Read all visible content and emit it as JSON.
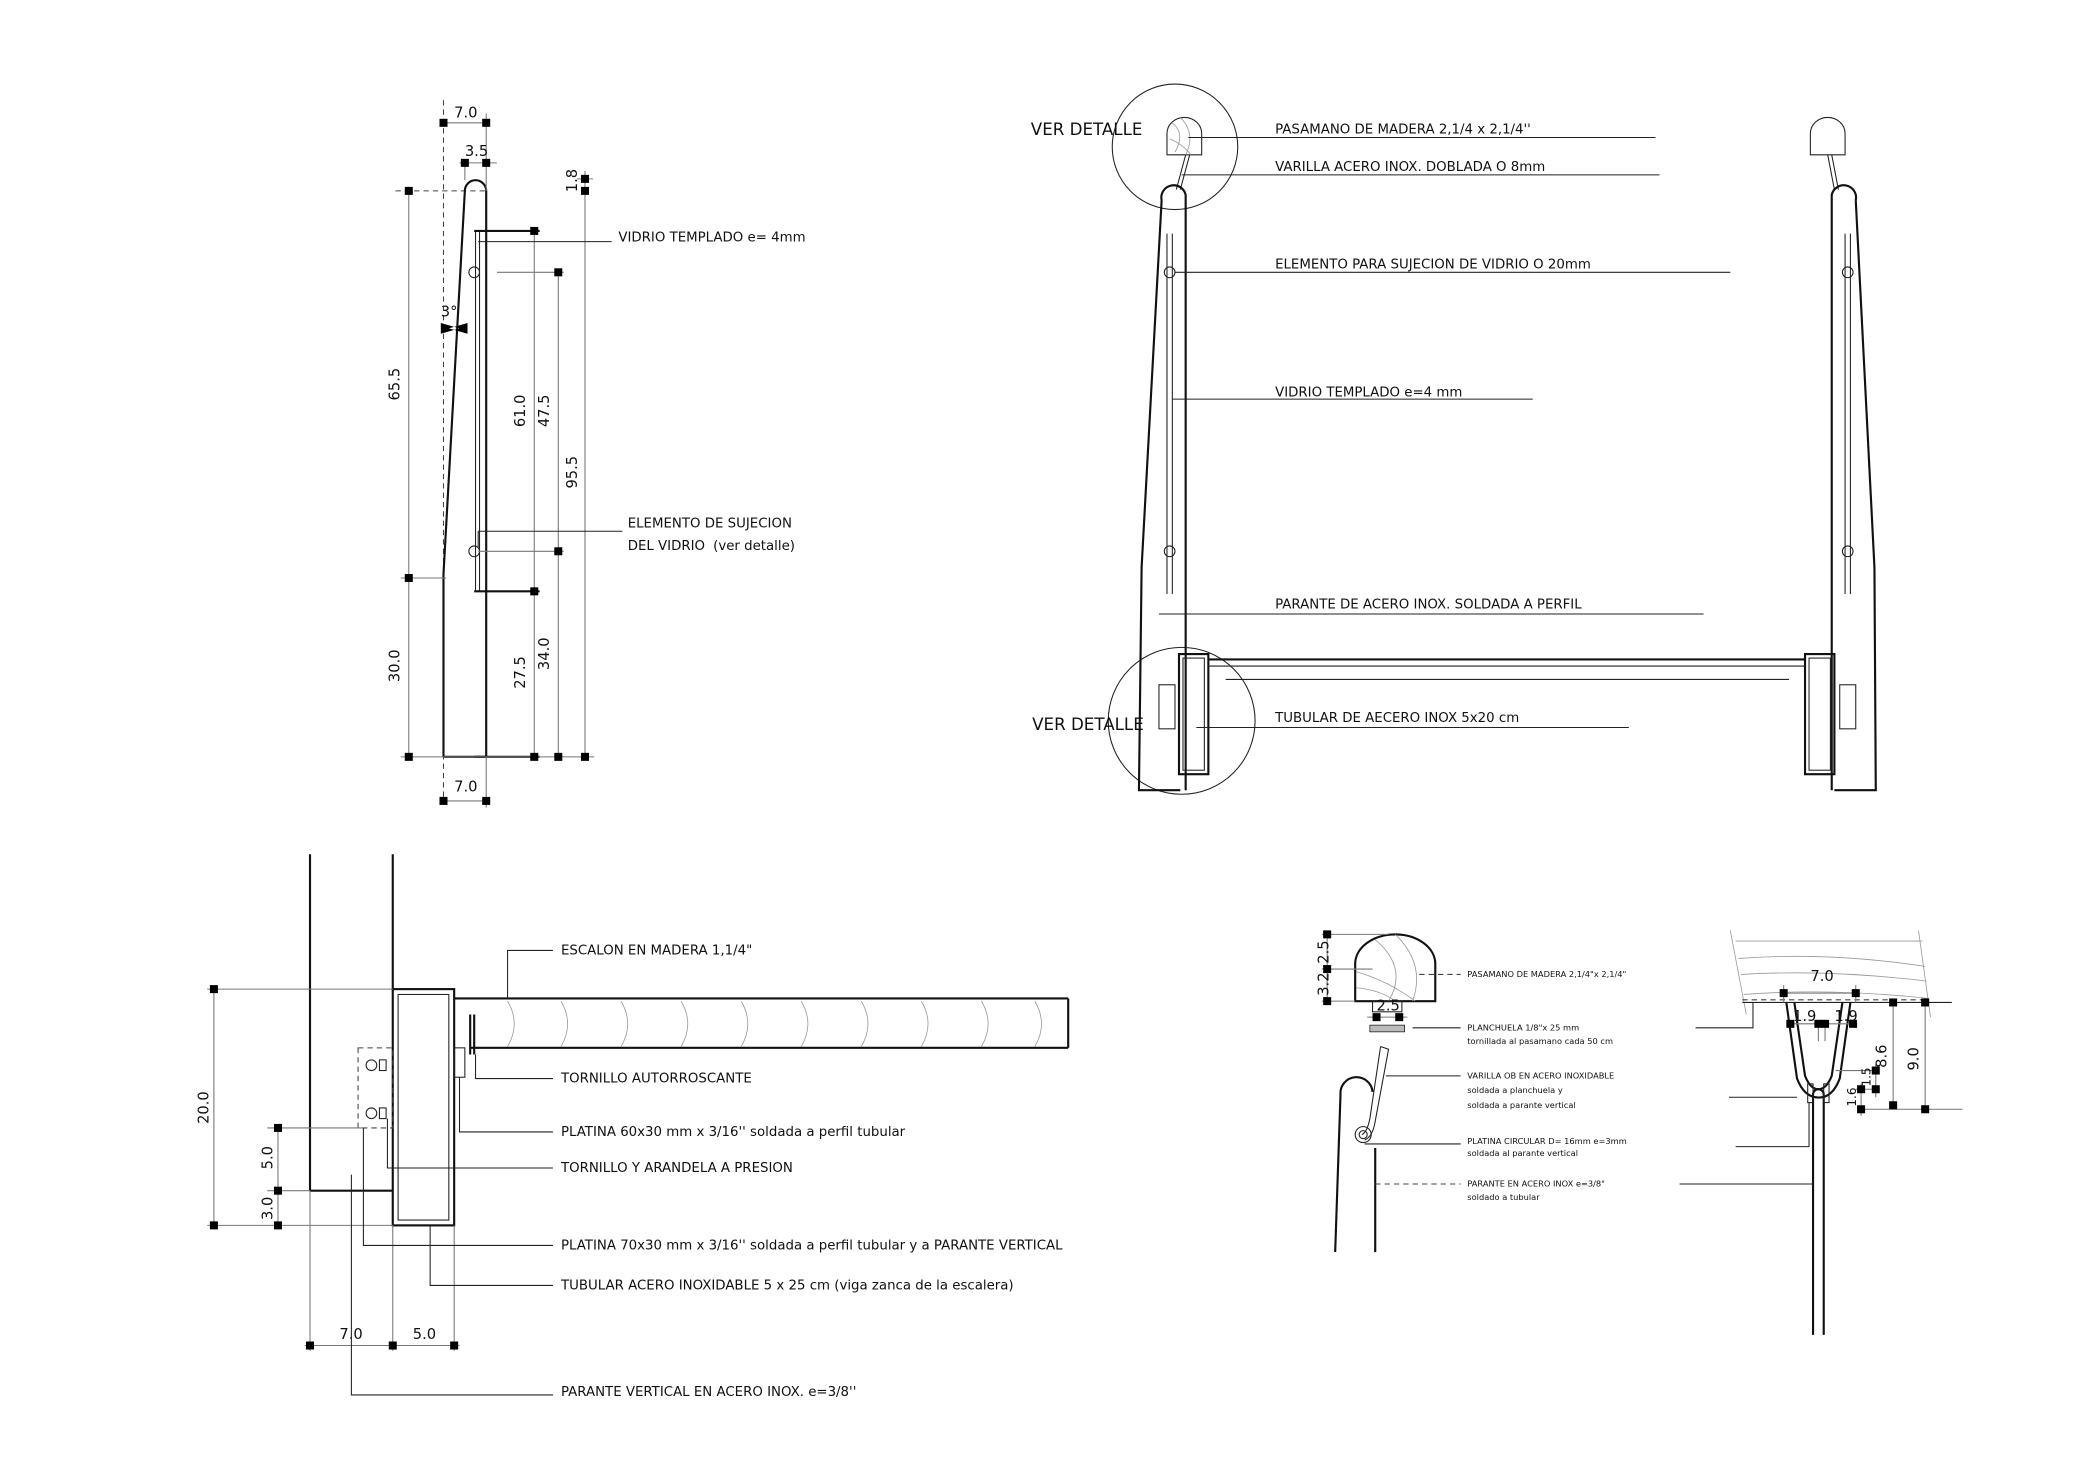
{
  "detail_side": {
    "dims": {
      "top_width": "7.0",
      "rail_width": "3.5",
      "offset_top": "1.8",
      "angle": "3°",
      "upper_height": "65.5",
      "lower_height": "30.0",
      "glass_height": "61.0",
      "fix_spacing": "47.5",
      "total_height": "95.5",
      "glass_bottom": "27.5",
      "fix_bottom": "34.0",
      "bottom_width": "7.0"
    },
    "labels": {
      "glass": "VIDRIO TEMPLADO e= 4mm",
      "fixing_1": "ELEMENTO DE SUJECION",
      "fixing_2": "DEL VIDRIO",
      "fixing_3": "(ver detalle)"
    }
  },
  "elevation": {
    "see_detail_top": "VER DETALLE",
    "see_detail_bottom": "VER DETALLE",
    "labels": {
      "handrail": "PASAMANO DE MADERA  2,1/4 x 2,1/4''",
      "rod": "VARILLA ACERO INOX. DOBLADA  O 8mm",
      "glass_fixing": "ELEMENTO PARA SUJECION DE VIDRIO  O 20mm",
      "glass": "VIDRIO TEMPLADO e=4 mm",
      "post": "PARANTE DE ACERO INOX. SOLDADA A PERFIL",
      "tube": "TUBULAR DE AECERO INOX  5x20 cm"
    }
  },
  "detail_step": {
    "dims": {
      "height": "20.0",
      "upper": "5.0",
      "lower": "3.0",
      "left_width": "7.0",
      "right_width": "5.0"
    },
    "labels": {
      "step": "ESCALON EN MADERA 1,1/4\"",
      "screw": "TORNILLO AUTORROSCANTE",
      "plate_60": "PLATINA 60x30 mm x 3/16'' soldada a perfil tubular",
      "bolt": "TORNILLO Y ARANDELA A PRESION",
      "plate_70": "PLATINA 70x30 mm x 3/16'' soldada a perfil tubular y a PARANTE VERTICAL",
      "tube": "TUBULAR ACERO INOXIDABLE 5 x 25 cm (viga zanca de la escalera)",
      "post": "PARANTE VERTICAL EN ACERO INOX.  e=3/8''"
    }
  },
  "detail_handrail": {
    "dims": {
      "top": "2.5",
      "bottom": "3.2",
      "plate": "2.5"
    },
    "labels": [
      {
        "line1": "PASAMANO DE MADERA 2,1/4\"x 2,1/4\""
      },
      {
        "line1": "PLANCHUELA 1/8\"x 25 mm",
        "line2": "tornillada al pasamano cada 50 cm"
      },
      {
        "line1": "VARILLA OB EN ACERO INOXIDABLE",
        "line2": "soldada a planchuela y",
        "line3": "soldada a parante vertical"
      },
      {
        "line1": "PLATINA CIRCULAR D= 16mm  e=3mm",
        "line2": "soldada al parante vertical"
      },
      {
        "line1": "PARANTE EN ACERO INOX  e=3/8\"",
        "line2": "soldado a tubular"
      }
    ]
  },
  "detail_section": {
    "dims": {
      "width": "7.0",
      "left_gap": "1.9",
      "right_gap": "1.9",
      "height_a": "8.6",
      "height_b": "9.0",
      "small_a": "1.5",
      "small_b": "1.6"
    }
  }
}
